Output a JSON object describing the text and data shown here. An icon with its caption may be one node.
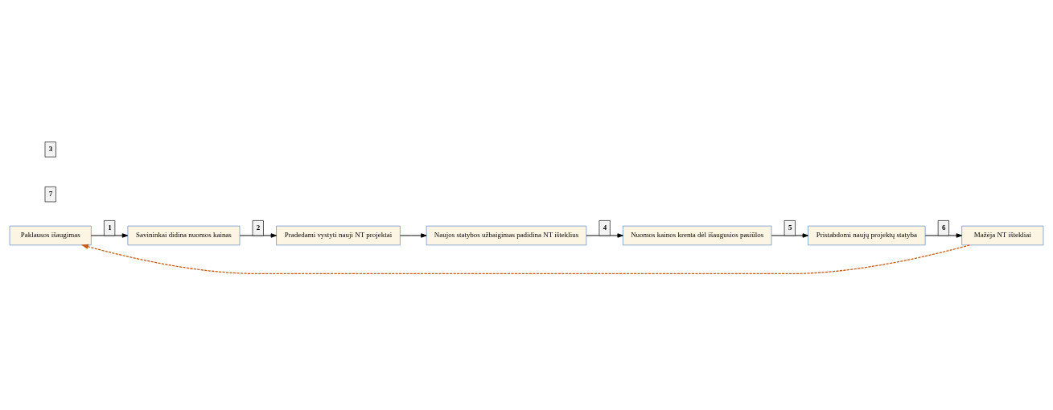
{
  "diagram": {
    "nodes": [
      {
        "text": [
          "Paklausos išaugimas"
        ]
      },
      {
        "text": [
          "Savininkai didina nuomos kainas"
        ]
      },
      {
        "text": [
          "Pradedami vystyti nauji NT projektai"
        ]
      },
      {
        "text": [
          "Naujos statybos užbaigimas padidina NT išteklius"
        ]
      },
      {
        "text": [
          "Nuomos kainos krenta dėl išaugusios pasiūlos"
        ]
      },
      {
        "text": [
          "Pristabdomi naujų projektų statyba"
        ]
      },
      {
        "text": [
          "Mažėja NT ištekliai"
        ]
      }
    ],
    "edges": [
      {
        "from": 0,
        "to": 1,
        "arrow": "to",
        "label": "1"
      },
      {
        "from": 1,
        "to": 2,
        "arrow": "to",
        "label": "2"
      },
      {
        "from": 2,
        "to": 3,
        "arrow": "to"
      },
      {
        "from": 3,
        "to": 4,
        "arrow": "to",
        "label": "4"
      },
      {
        "from": 4,
        "to": 5,
        "arrow": "to",
        "label": "5"
      },
      {
        "from": 5,
        "to": 6,
        "arrow": "to",
        "label": "6"
      },
      {
        "from": 6,
        "to": 0,
        "arrow": "to",
        "style": "dashed",
        "color": "#c55a11"
      }
    ],
    "labels": [
      "7",
      "3"
    ]
  }
}
